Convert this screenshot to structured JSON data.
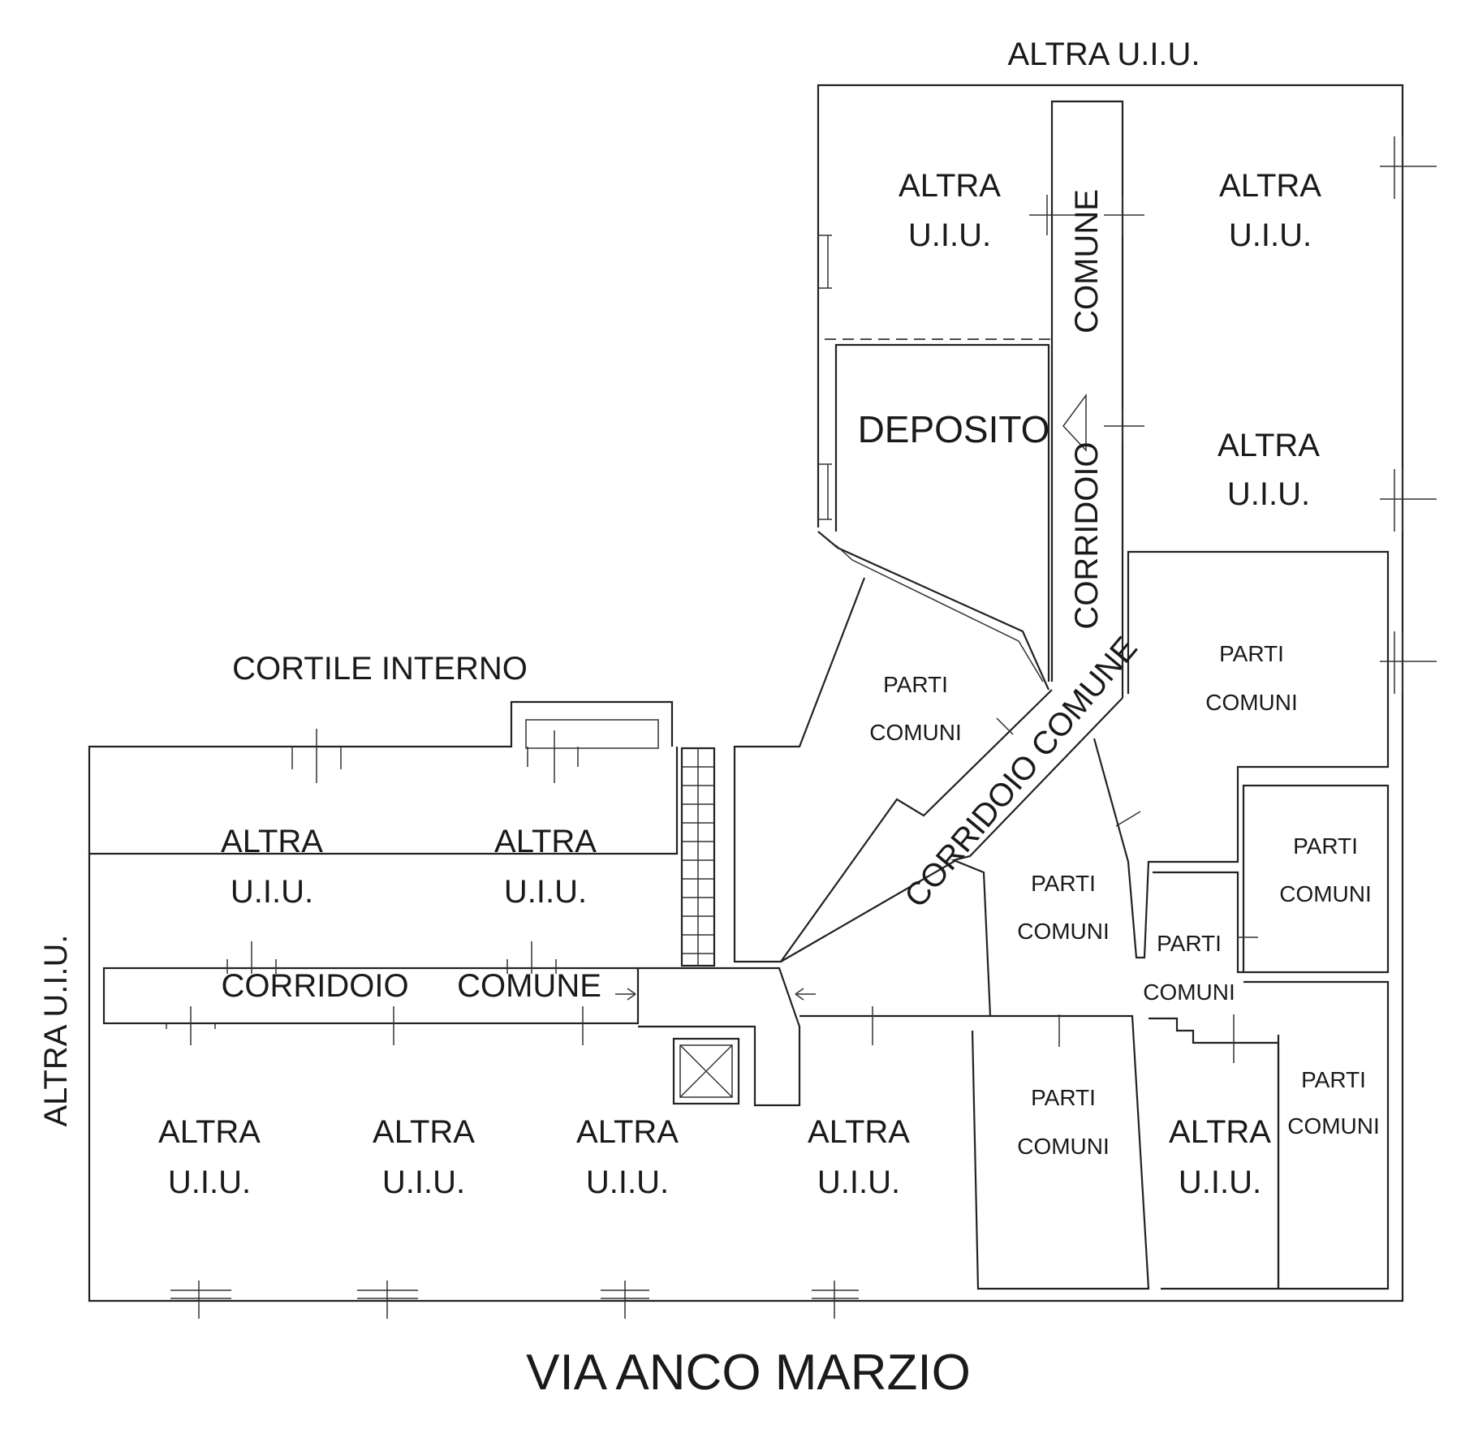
{
  "labels": {
    "top_altra": "ALTRA U.I.U.",
    "left_altra": "ALTRA U.I.U.",
    "street": "VIA ANCO MARZIO",
    "cortile": "CORTILE INTERNO",
    "deposito": "DEPOSITO",
    "altra": "ALTRA",
    "uiu": "U.I.U.",
    "parti": "PARTI",
    "comuni": "COMUNI",
    "corridoio": "CORRIDOIO",
    "comune": "COMUNE",
    "corridoio_comune": "CORRIDOIO COMUNE"
  }
}
